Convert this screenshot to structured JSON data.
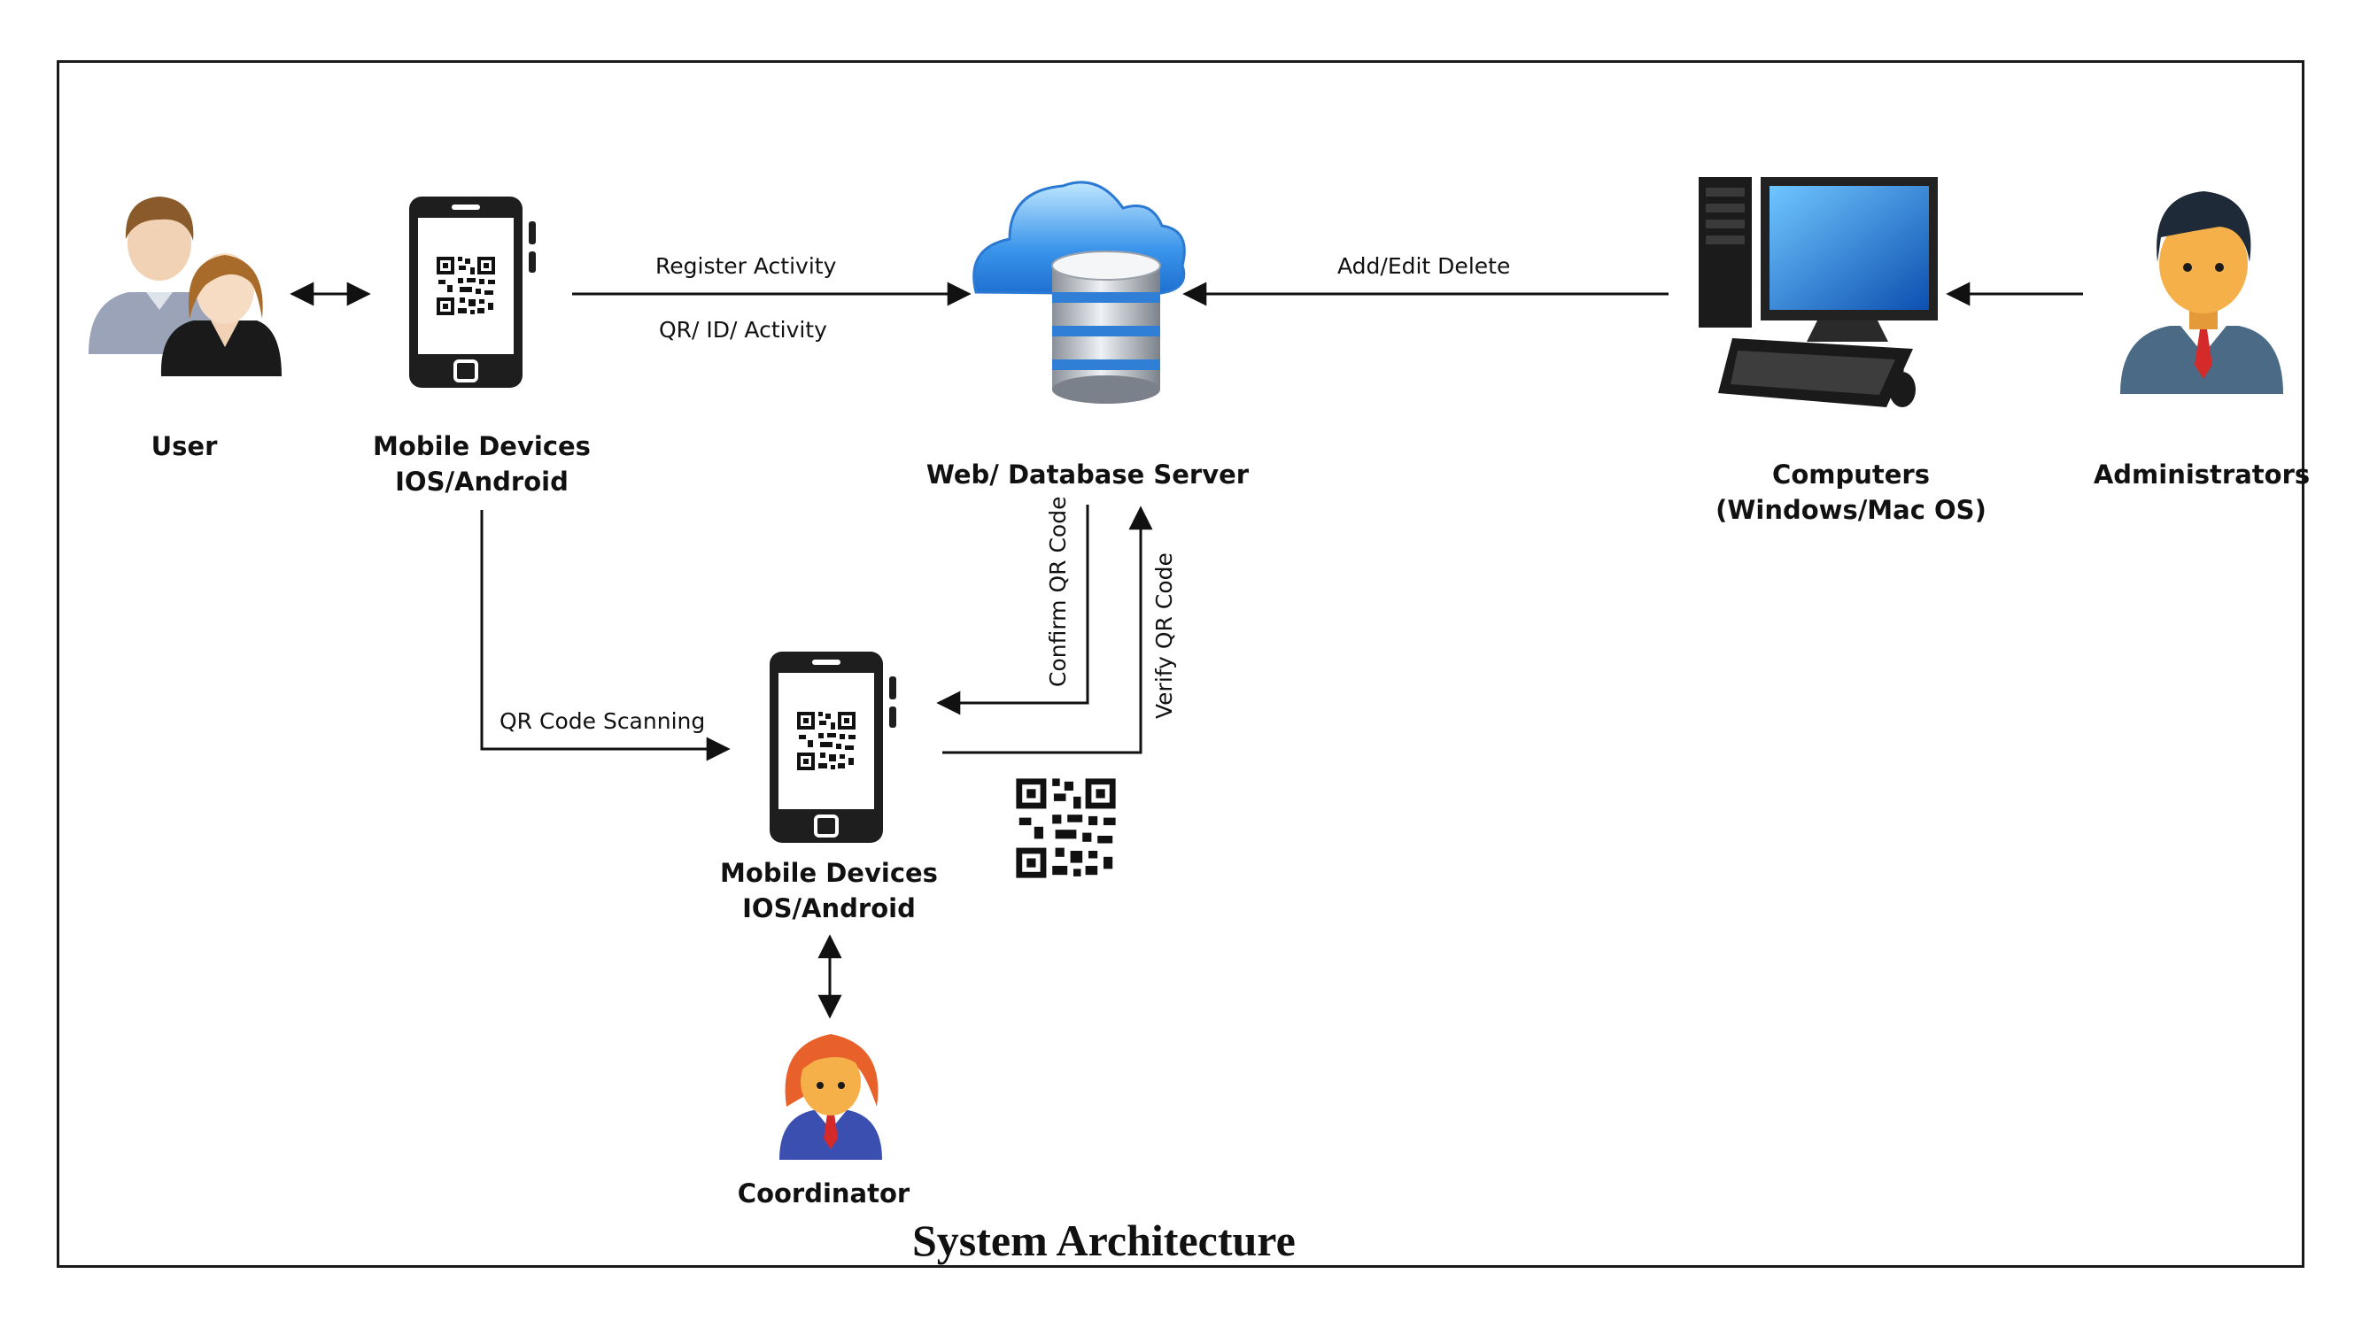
{
  "diagram": {
    "title": "System Architecture",
    "nodes": {
      "user": {
        "label": "User"
      },
      "mobile_top": {
        "line1": "Mobile Devices",
        "line2": "IOS/Android"
      },
      "server": {
        "label": "Web/ Database Server"
      },
      "computers": {
        "line1": "Computers",
        "line2": "(Windows/Mac OS)"
      },
      "administrators": {
        "label": "Administrators"
      },
      "mobile_bottom": {
        "line1": "Mobile Devices",
        "line2": "IOS/Android"
      },
      "coordinator": {
        "label": "Coordinator"
      }
    },
    "edges": {
      "register_activity": "Register Activity",
      "qr_id_activity": "QR/ ID/ Activity",
      "add_edit_delete": "Add/Edit Delete",
      "qr_code_scanning": "QR Code Scanning",
      "confirm_qr_code": "Confirm QR Code",
      "verify_qr_code": "Verify QR Code"
    },
    "colors": {
      "line": "#111111",
      "cloud": "#3a8ee6",
      "db_band": "#2f7fd6",
      "admin_suit": "#4a6a86",
      "coordinator_hair": "#e8602a",
      "coordinator_suit": "#3b4fb0",
      "tie": "#d42a2a",
      "skin": "#f6b04a"
    }
  }
}
